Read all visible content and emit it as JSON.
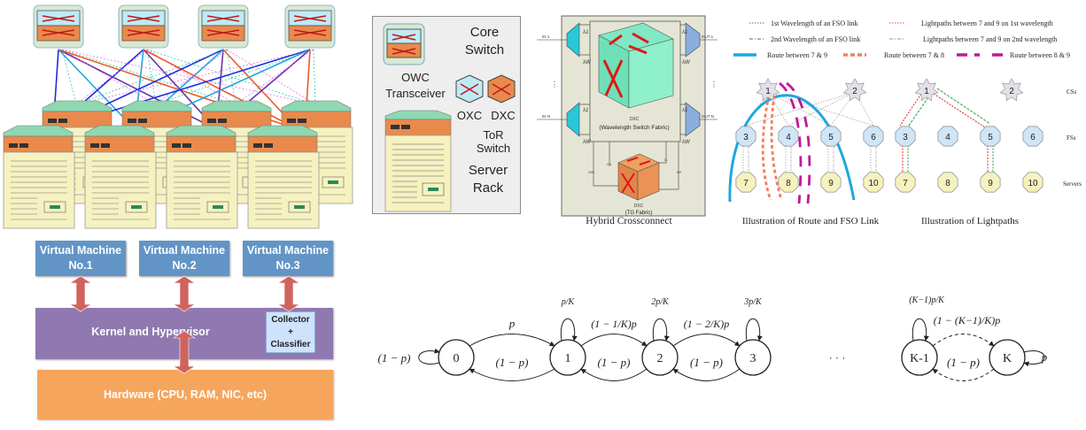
{
  "topology_legend": {
    "core_switch": "Core Switch",
    "owc_transceiver": "OWC Transceiver",
    "oxc": "OXC",
    "dxc": "DXC",
    "tor_switch": "ToR Switch",
    "server_rack": "Server Rack"
  },
  "topology": {
    "core_switch_count": 4,
    "rack_count": 8,
    "link_colors": {
      "blue": "#1a2de0",
      "cyan": "#1ea7e0",
      "purple": "#6a32a8",
      "orange": "#f05a28",
      "dotted_magenta": "#e060e0",
      "dotted_teal": "#20c0a0"
    }
  },
  "crossconnect": {
    "caption": "Hybrid Crossconnect",
    "oxc_label": "OXC",
    "oxc_sublabel": "(Wavelength Switch Fabric)",
    "dxc_label": "DXC",
    "dxc_sublabel": "(TG Fabric)",
    "in1": "IN 1",
    "inN": "IN N",
    "out1": "OUT 1",
    "outN": "OUT N",
    "demux": "DEMUX",
    "mux": "MUX",
    "lambda1": "λ1",
    "lambdaW": "λW",
    "port_o1": "O1",
    "port_ow": "OW",
    "port_i1": "I1",
    "port_iw": "IW"
  },
  "fso_legend": {
    "items": [
      {
        "label": "1st Wavelength of an FSO link",
        "color": "#333333",
        "style": "dotted"
      },
      {
        "label": "2nd Wavelength of an FSO link",
        "color": "#333333",
        "style": "dashdot"
      },
      {
        "label": "Lightpaths between 7 and 9 on 1st wavelength",
        "color": "#e02020",
        "style": "dotted"
      },
      {
        "label": "Lightpaths between 7 and 9 on 2nd wavelength",
        "color": "#20a040",
        "style": "dashdot"
      },
      {
        "label": "Route between 7 & 9",
        "color": "#1ea7e0",
        "style": "solid"
      },
      {
        "label": "Route between 7 & 8",
        "color": "#f08060",
        "style": "dashed"
      },
      {
        "label": "Route between 8 & 9",
        "color": "#c0189a",
        "style": "longdash"
      }
    ]
  },
  "route_graph": {
    "caption": "Illustration of Route and FSO Link",
    "cs": [
      "1",
      "2"
    ],
    "fs": [
      "3",
      "4",
      "5",
      "6"
    ],
    "servers": [
      "7",
      "8",
      "9",
      "10"
    ]
  },
  "lightpath_graph": {
    "caption": "Illustration of Lightpaths",
    "cs": [
      "1",
      "2"
    ],
    "fs": [
      "3",
      "4",
      "5",
      "6"
    ],
    "servers": [
      "7",
      "8",
      "9",
      "10"
    ],
    "row_labels": [
      "CSs",
      "FSs",
      "Servers"
    ]
  },
  "vm_stack": {
    "vms": [
      "Virtual Machine No.1",
      "Virtual Machine No.2",
      "Virtual Machine No.3"
    ],
    "kernel": "Kernel and Hypervisor",
    "collector": [
      "Collector",
      "+",
      "Classifier"
    ],
    "hardware": "Hardware (CPU, RAM, NIC, etc)",
    "colors": {
      "vm": "#6295c6",
      "kernel": "#8f79b0",
      "hardware": "#f6a55d",
      "arrow": "#d0635e"
    }
  },
  "markov_chain": {
    "states": [
      "0",
      "1",
      "2",
      "3",
      "K-1",
      "K"
    ],
    "ellipsis": "· · ·",
    "self_loops": [
      "(1 − p)",
      "p/K",
      "2p/K",
      "3p/K",
      "(K−1)p/K",
      "p"
    ],
    "forward": [
      "p",
      "(1 − 1/K)p",
      "(1 − 2/K)p",
      "(1 − (K−1)/K)p"
    ],
    "backward": [
      "(1 − p)",
      "(1 − p)",
      "(1 − p)",
      "(1 − p)"
    ]
  }
}
